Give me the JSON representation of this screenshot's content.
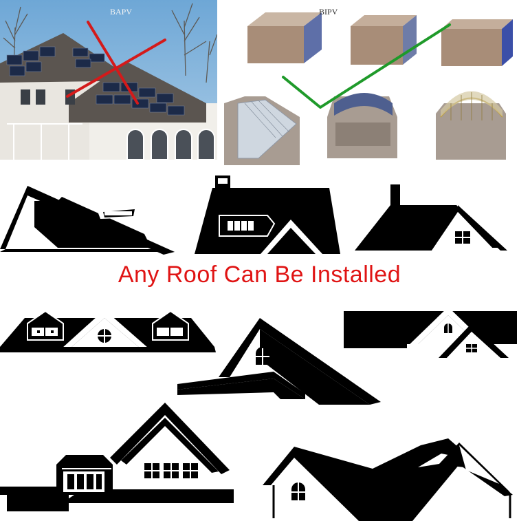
{
  "panels": {
    "bapv": {
      "label": "BAPV",
      "status": "rejected"
    },
    "bipv": {
      "label": "BIPV",
      "status": "approved"
    }
  },
  "headline": "Any Roof Can Be Installed",
  "colors": {
    "headline": "#e01414",
    "reject_mark": "#d41a1a",
    "approve_mark": "#1f9a2a",
    "roof": "#000000",
    "sky": "#7fb2dc",
    "wall": "#b58f78"
  }
}
